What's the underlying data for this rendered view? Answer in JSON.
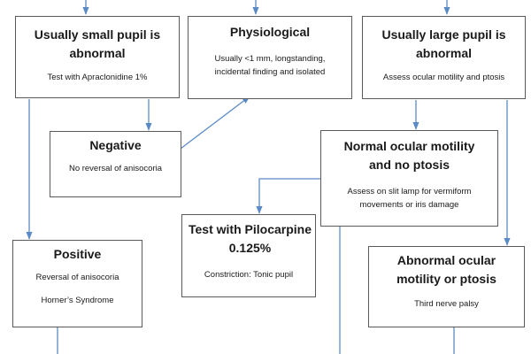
{
  "colors": {
    "arrow": "#5b8bc6",
    "box_border": "#5a5a5a",
    "text": "#1a1a1a"
  },
  "nodes": {
    "small_pupil": {
      "title": "Usually small pupil is abnormal",
      "detail": "Test with Apraclonidine 1%"
    },
    "physiological": {
      "title": "Physiological",
      "detail": "Usually <1 mm, longstanding, incidental finding and isolated"
    },
    "large_pupil": {
      "title": "Usually large pupil is abnormal",
      "detail": "Assess ocular motility and ptosis"
    },
    "negative": {
      "title": "Negative",
      "detail": "No reversal of anisocoria"
    },
    "normal_motility": {
      "title": "Normal ocular motility and no ptosis",
      "detail": "Assess on slit lamp for vermiform movements or iris damage"
    },
    "pilocarpine": {
      "title": "Test with Pilocarpine 0.125%",
      "detail": "Constriction: Tonic pupil"
    },
    "positive": {
      "title": "Positive",
      "detail_1": "Reversal of anisocoria",
      "detail_2": "Horner’s Syndrome"
    },
    "abnormal_motility": {
      "title": "Abnormal ocular motility or ptosis",
      "detail": "Third nerve palsy"
    }
  }
}
